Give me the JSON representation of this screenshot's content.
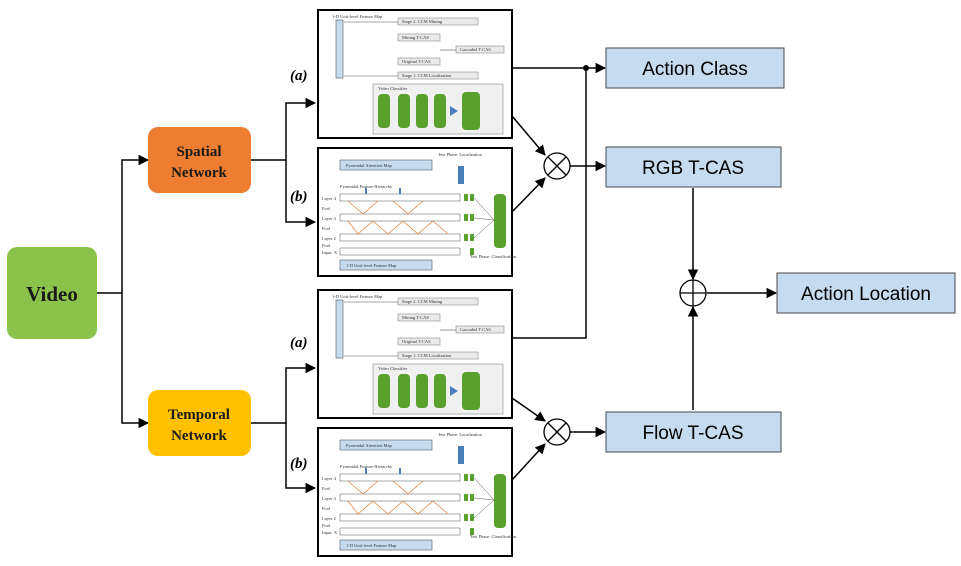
{
  "nodes": {
    "video": {
      "label": "Video",
      "color": "#8bc34a"
    },
    "spatial": {
      "label_line1": "Spatial",
      "label_line2": "Network",
      "color": "#ed7d31"
    },
    "temporal": {
      "label_line1": "Temporal",
      "label_line2": "Network",
      "color": "#ffc000"
    },
    "action_class": {
      "label": "Action Class",
      "color": "#c5dbef"
    },
    "rgb_tcas": {
      "label": "RGB T-CAS",
      "color": "#c5dbef"
    },
    "flow_tcas": {
      "label": "Flow T-CAS",
      "color": "#c5dbef"
    },
    "action_location": {
      "label": "Action Location",
      "color": "#c5dbef"
    }
  },
  "branch_labels": {
    "a": "(a)",
    "b": "(b)"
  },
  "thumb_a": {
    "feature_map": "1-D Unit-level Feature Map",
    "stage2": "Stage 2: CCM Mining",
    "mining": "Mining T-CAS",
    "cascaded": "Cascaded T-CAS",
    "original": "Original T-CAS",
    "stage1": "Stage 1: CCM Localization",
    "classifier": "Video Classifier"
  },
  "thumb_b": {
    "pam": "Pyramidal Attention Map",
    "test_loc": "Test Phase: Localization",
    "pfh": "Pyramidal Feature Hierarchy",
    "layer4": "Layer 4",
    "pool1": "Pool",
    "layer3": "Layer 3",
    "pool2": "Pool",
    "layer2": "Layer 2",
    "pool3": "Pool",
    "input": "Input: X",
    "feature_map": "1-D Unit-level Feature Map",
    "test_cls": "Test Phase: Classification"
  },
  "colors": {
    "line": "#000000",
    "thumb_green": "#5aa02c",
    "thumb_blue": "#4a7ebb",
    "thumb_orange": "#e07b39"
  }
}
